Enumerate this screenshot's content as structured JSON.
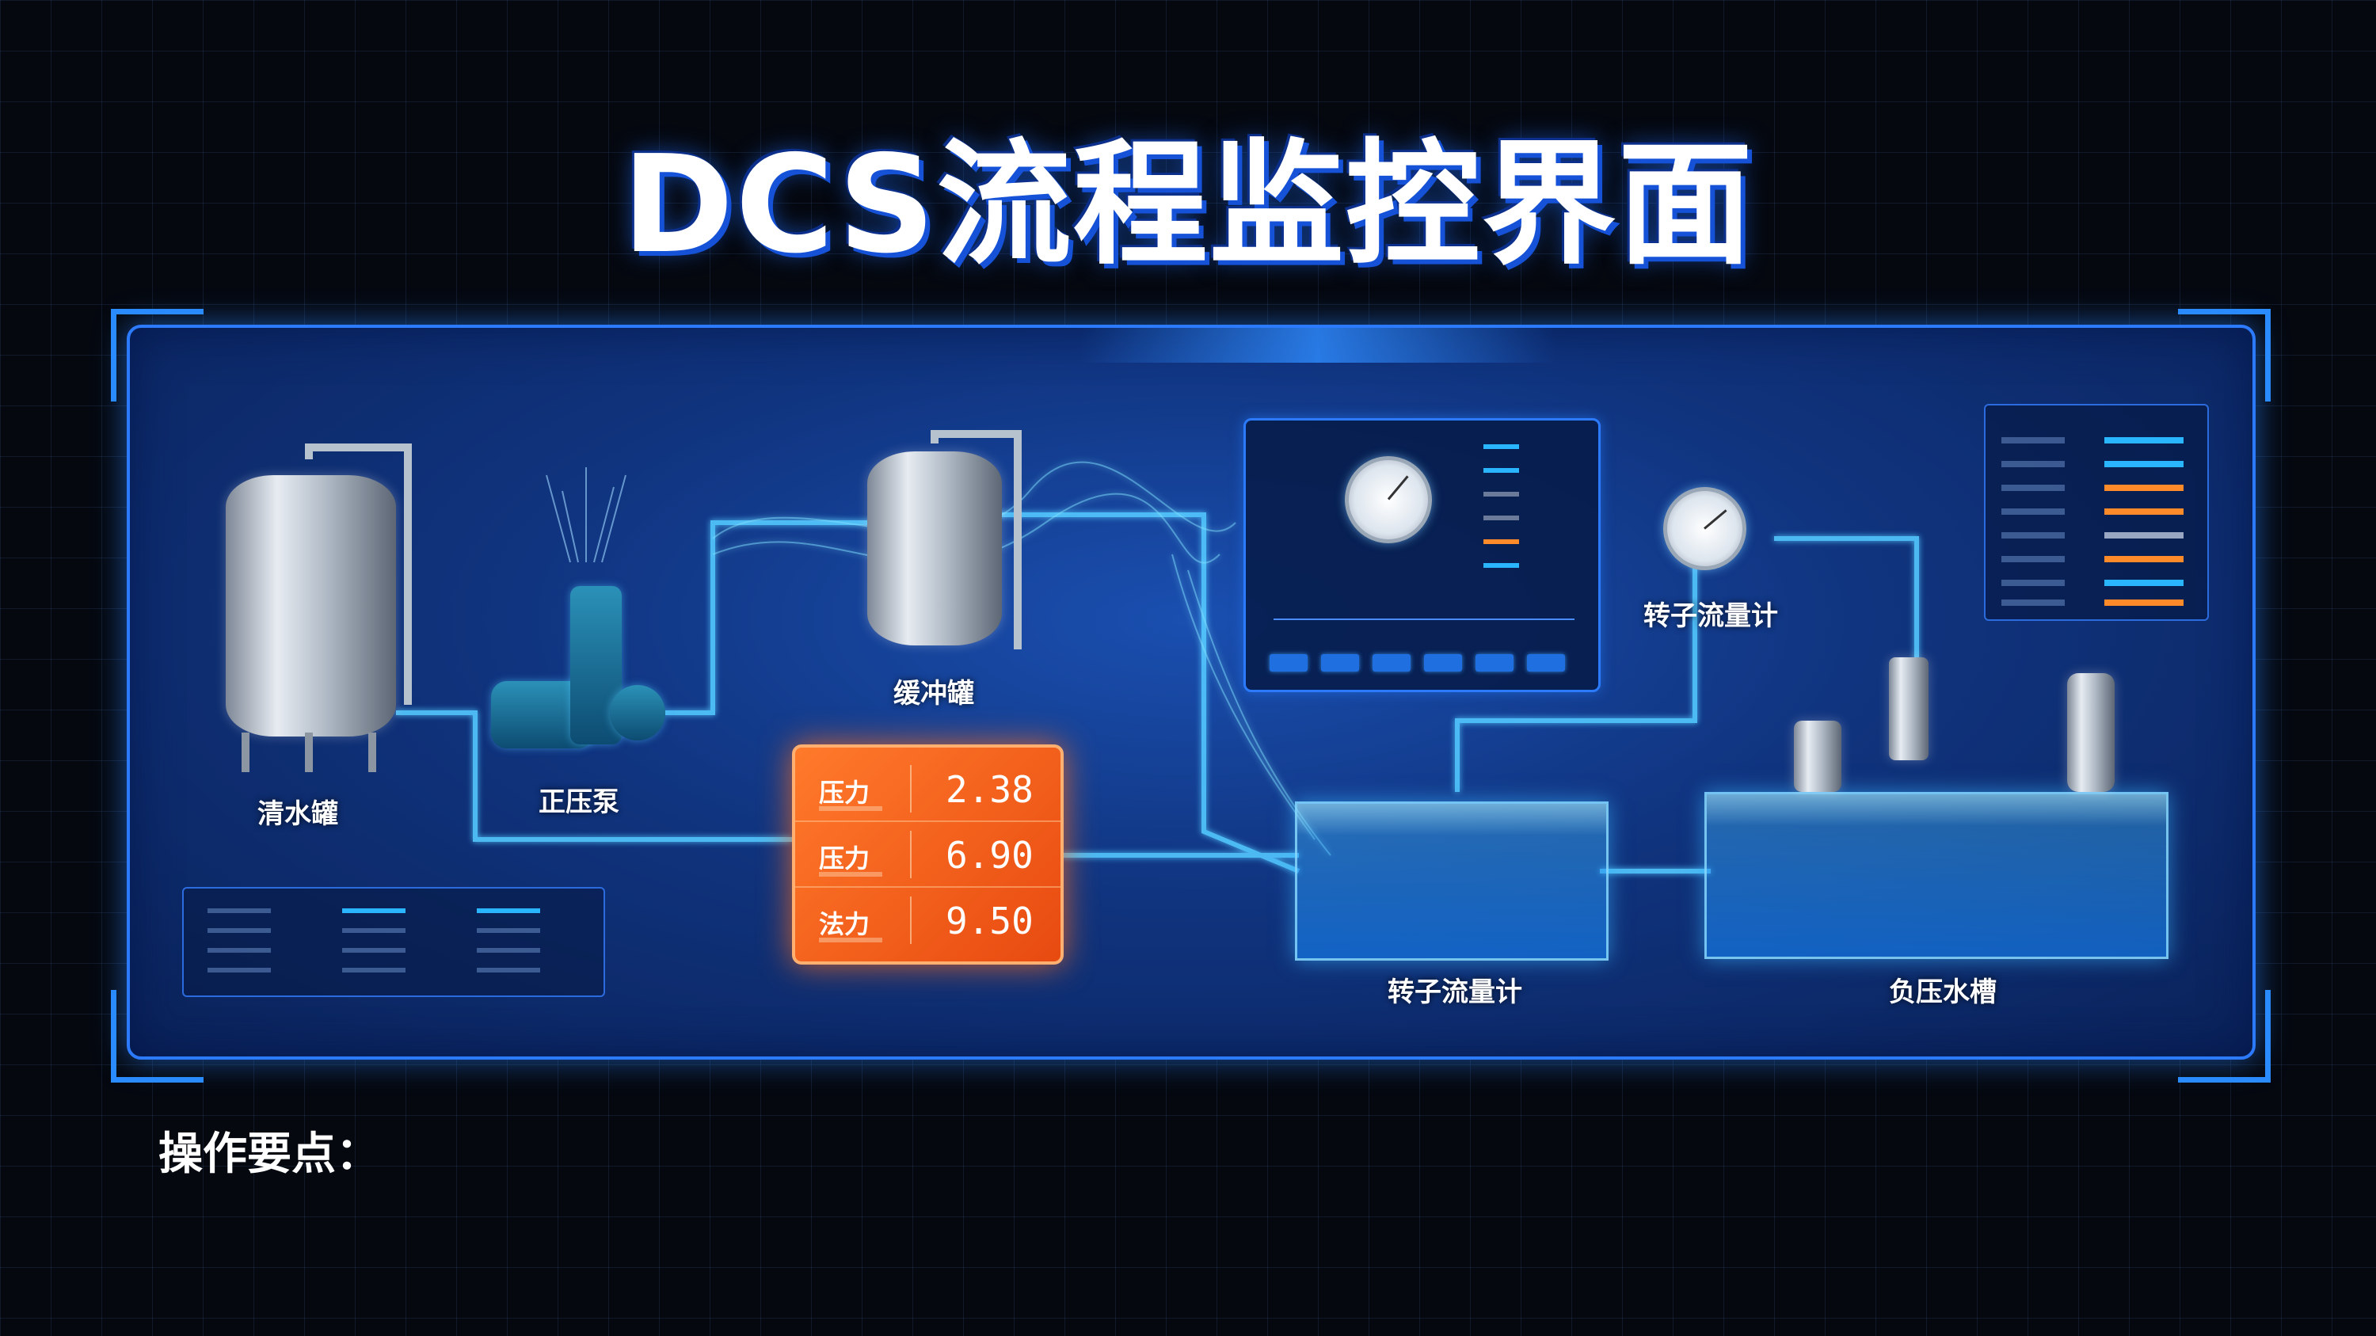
{
  "title": "DCS流程监控界面",
  "equipment": {
    "clear_water_tank": "清水罐",
    "pressure_pump": "正压泵",
    "buffer_tank": "缓冲罐",
    "rotor_flowmeter_top": "转子流量计",
    "rotor_flowmeter_bottom": "转子流量计",
    "negative_pressure_tank": "负压水槽"
  },
  "readings": [
    {
      "name": "压力",
      "value": "2.38"
    },
    {
      "name": "压力",
      "value": "6.90"
    },
    {
      "name": "法力",
      "value": "9.50"
    }
  ],
  "notes": {
    "label": "操作要点：",
    "text": ""
  },
  "colors": {
    "accent": "#2c7bff",
    "alert": "#ff6a1f",
    "water": "#4fc3ff"
  }
}
